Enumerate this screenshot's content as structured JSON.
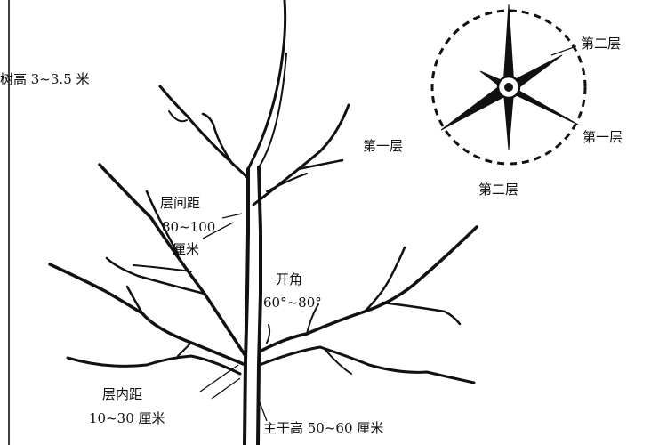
{
  "labels": {
    "tree_height": "树高 3~3.5 米",
    "layer_spacing_title": "层间距",
    "layer_spacing_value": "80~100",
    "layer_spacing_unit": "厘米",
    "opening_angle_title": "开角",
    "opening_angle_value": "60°~80°",
    "intra_layer_title": "层内距",
    "intra_layer_value": "10~30 厘米",
    "trunk_height": "主干高 50~60 厘米",
    "top_view_layer2_upper": "第二层",
    "top_view_layer1_right": "第一层",
    "top_view_layer1_left": "第一层",
    "top_view_layer2_bottom": "第二层"
  }
}
